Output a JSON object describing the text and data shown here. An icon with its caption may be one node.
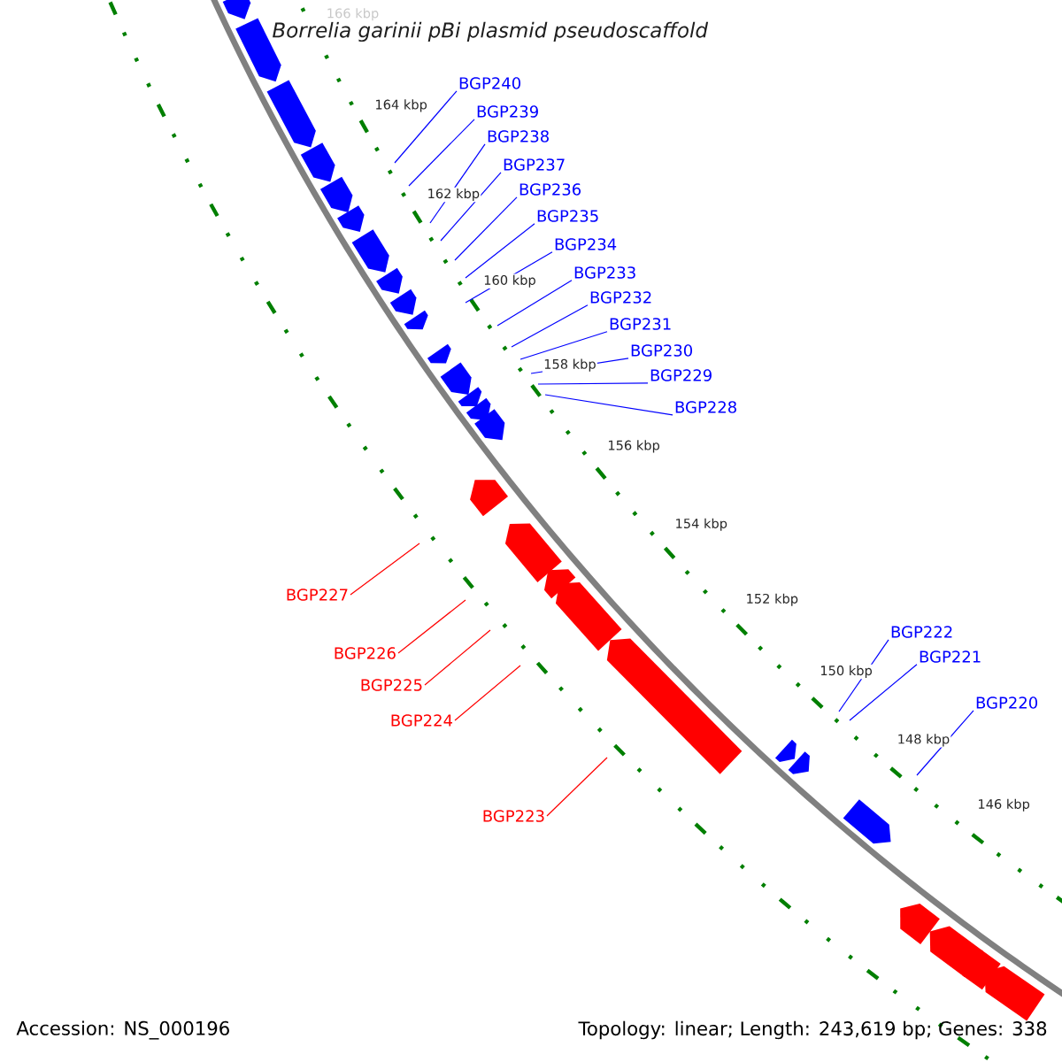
{
  "diagram": {
    "title": "Borrelia garinii pBi plasmid pseudoscaffold",
    "nodes": [
      {
        "text": [
          "BGP240"
        ]
      },
      {
        "text": [
          "BGP239"
        ]
      },
      {
        "text": [
          "BGP238"
        ]
      },
      {
        "text": [
          "BGP237"
        ]
      },
      {
        "text": [
          "BGP236"
        ]
      },
      {
        "text": [
          "BGP235"
        ]
      },
      {
        "text": [
          "BGP234"
        ]
      },
      {
        "text": [
          "BGP233"
        ]
      },
      {
        "text": [
          "BGP232"
        ]
      },
      {
        "text": [
          "BGP231"
        ]
      },
      {
        "text": [
          "BGP230"
        ]
      },
      {
        "text": [
          "BGP229"
        ]
      },
      {
        "text": [
          "BGP228"
        ]
      },
      {
        "text": [
          "BGP227"
        ]
      },
      {
        "text": [
          "BGP226"
        ]
      },
      {
        "text": [
          "BGP225"
        ]
      },
      {
        "text": [
          "BGP224"
        ]
      },
      {
        "text": [
          "BGP223"
        ]
      },
      {
        "text": [
          "BGP222"
        ]
      },
      {
        "text": [
          "BGP221"
        ]
      },
      {
        "text": [
          "BGP220"
        ]
      }
    ],
    "edges": [
      {
        "from": 0,
        "to": null,
        "arrow": "none"
      },
      {
        "from": 1,
        "to": null,
        "arrow": "none"
      },
      {
        "from": 2,
        "to": null,
        "arrow": "none"
      },
      {
        "from": 3,
        "to": null,
        "arrow": "none"
      },
      {
        "from": 4,
        "to": null,
        "arrow": "none"
      },
      {
        "from": 5,
        "to": null,
        "arrow": "none"
      },
      {
        "from": 6,
        "to": null,
        "arrow": "none"
      },
      {
        "from": 7,
        "to": null,
        "arrow": "none"
      },
      {
        "from": 8,
        "to": null,
        "arrow": "none"
      },
      {
        "from": 9,
        "to": null,
        "arrow": "none"
      },
      {
        "from": 10,
        "to": null,
        "arrow": "none"
      },
      {
        "from": 11,
        "to": null,
        "arrow": "none"
      },
      {
        "from": 12,
        "to": null,
        "arrow": "none"
      },
      {
        "from": 13,
        "to": null,
        "arrow": "none",
        "color": "#ff0000"
      },
      {
        "from": 14,
        "to": null,
        "arrow": "none",
        "color": "#ff0000"
      },
      {
        "from": 15,
        "to": null,
        "arrow": "none",
        "color": "#ff0000"
      },
      {
        "from": 16,
        "to": null,
        "arrow": "none",
        "color": "#ff0000"
      },
      {
        "from": 17,
        "to": null,
        "arrow": "none",
        "color": "#ff0000"
      },
      {
        "from": 18,
        "to": null,
        "arrow": "none"
      },
      {
        "from": 19,
        "to": null,
        "arrow": "none"
      },
      {
        "from": 20,
        "to": null,
        "arrow": "none"
      }
    ],
    "labels": [
      "166 kbp",
      "164 kbp",
      "162 kbp",
      "160 kbp",
      "158 kbp",
      "156 kbp",
      "154 kbp",
      "152 kbp",
      "150 kbp",
      "148 kbp",
      "146 kbp",
      "Accession: NS_000196",
      "Topology: linear; Length: 243,619 bp; Genes: 338"
    ]
  }
}
